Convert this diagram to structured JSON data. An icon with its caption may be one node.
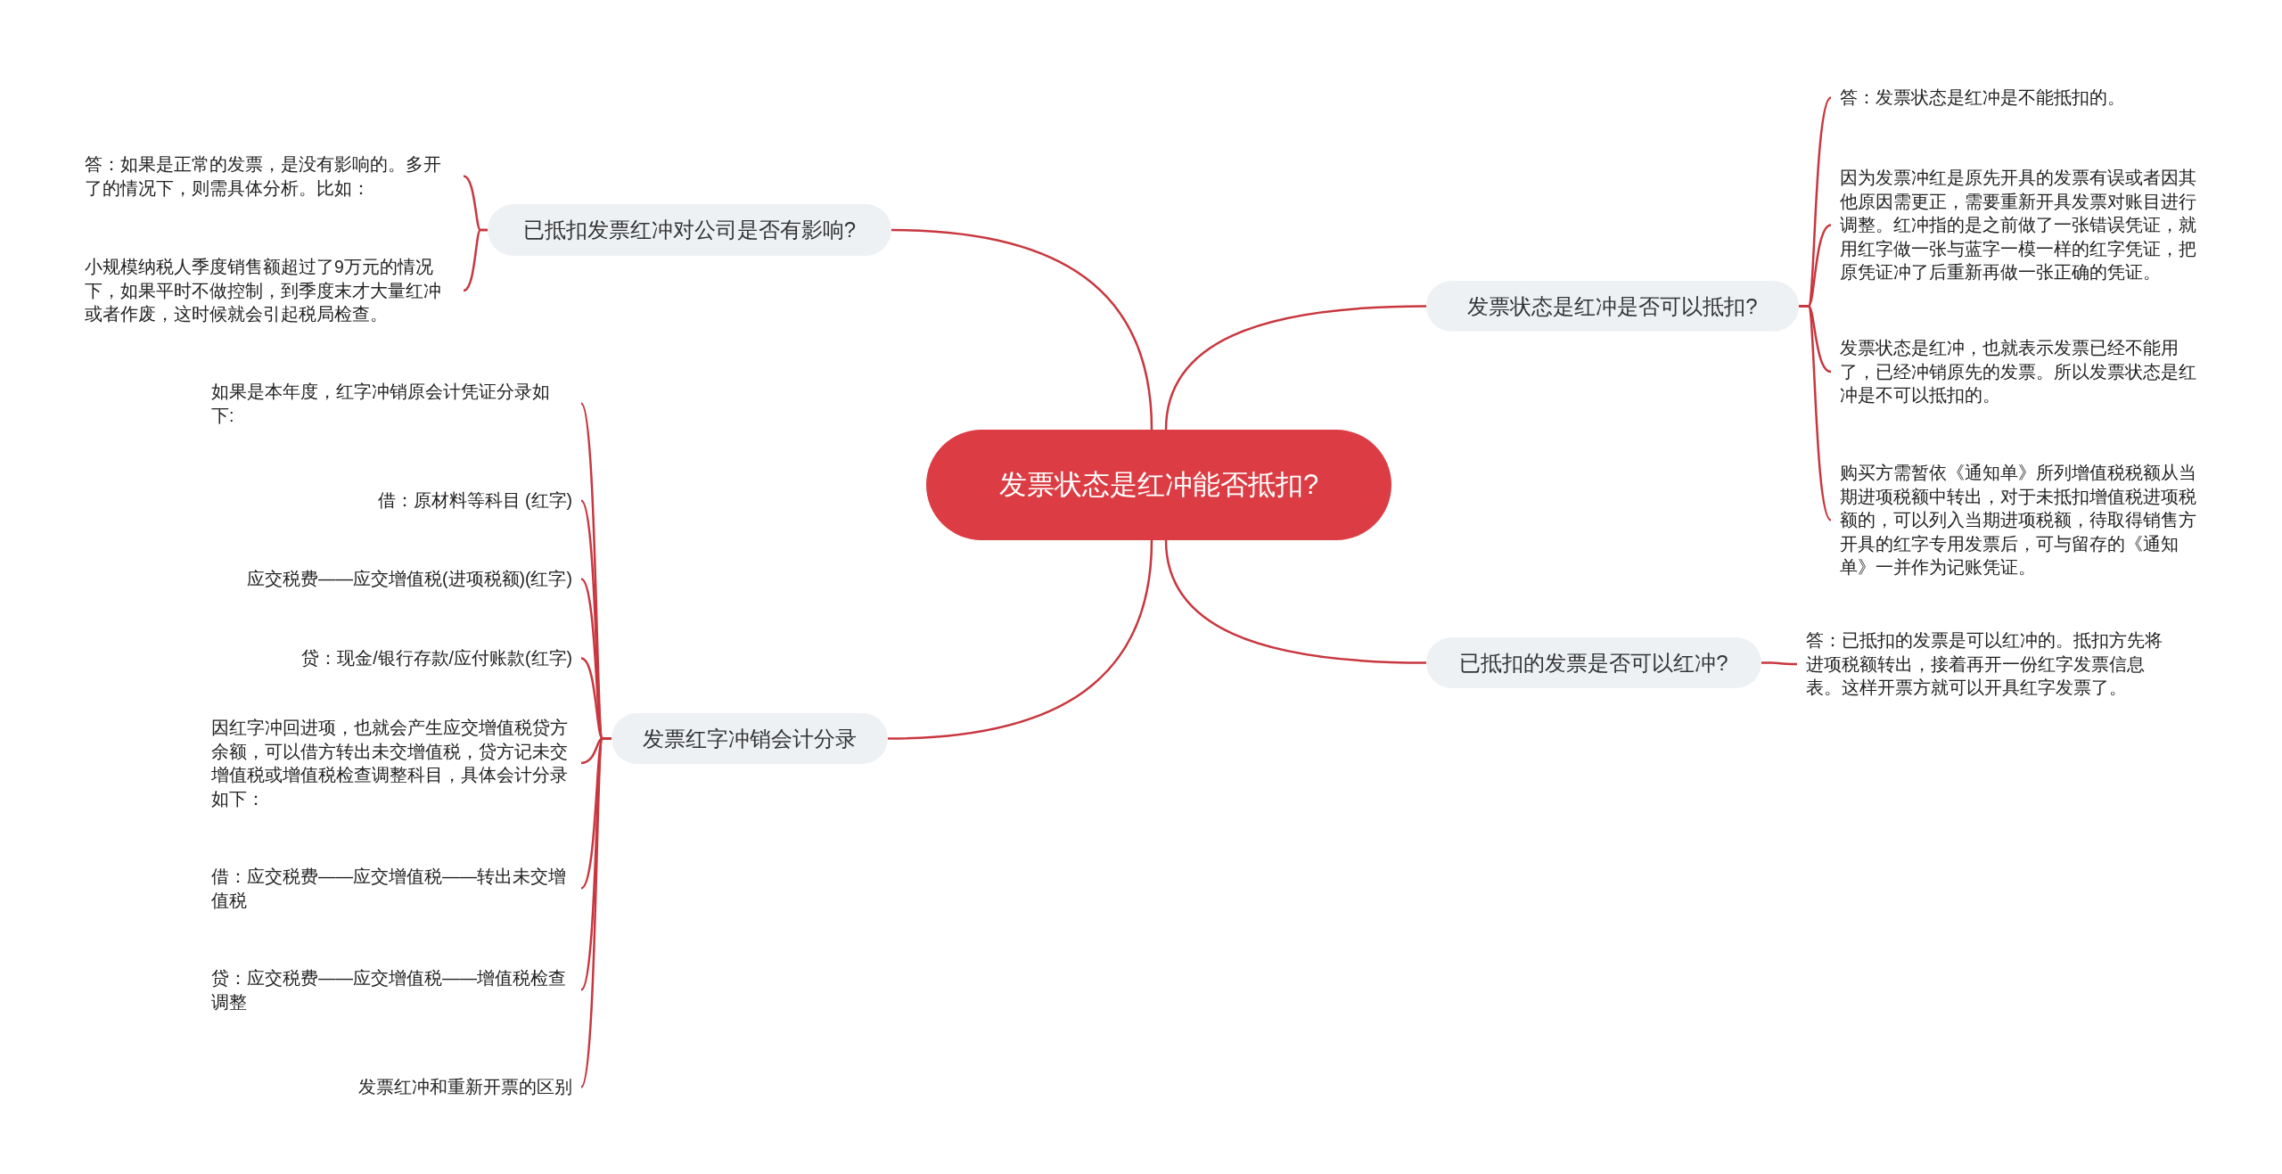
{
  "diagram": {
    "nodes": [
      {
        "text": [
          "发票状态是红冲能否抵扣?"
        ]
      },
      {
        "text": [
          "已抵扣发票红冲对公司是否有影响?"
        ]
      },
      {
        "text": [
          "答：如果是正常的发票，是没有影响的。多开了的情况下，则需具体分析。比如："
        ]
      },
      {
        "text": [
          "小规模纳税人季度销售额超过了9万元的情况下，如果平时不做控制，到季度末才大量红冲或者作废，这时候就会引起税局检查。"
        ]
      },
      {
        "text": [
          "发票红字冲销会计分录"
        ]
      },
      {
        "text": [
          "如果是本年度，红字冲销原会计凭证分录如下:"
        ]
      },
      {
        "text": [
          "借：原材料等科目 (红字)"
        ]
      },
      {
        "text": [
          "应交税费——应交增值税(进项税额)(红字)"
        ]
      },
      {
        "text": [
          "贷：现金/银行存款/应付账款(红字)"
        ]
      },
      {
        "text": [
          "因红字冲回进项，也就会产生应交增值税贷方余额，可以借方转出未交增值税，贷方记未交增值税或增值税检查调整科目，具体会计分录如下："
        ]
      },
      {
        "text": [
          "借：应交税费——应交增值税——转出未交增值税"
        ]
      },
      {
        "text": [
          "贷：应交税费——应交增值税——增值税检查调整"
        ]
      },
      {
        "text": [
          "发票红冲和重新开票的区别"
        ]
      },
      {
        "text": [
          "发票状态是红冲是否可以抵扣?"
        ]
      },
      {
        "text": [
          "答：发票状态是红冲是不能抵扣的。"
        ]
      },
      {
        "text": [
          "因为发票冲红是原先开具的发票有误或者因其他原因需更正，需要重新开具发票对账目进行调整。红冲指的是之前做了一张错误凭证，就用红字做一张与蓝字一模一样的红字凭证，把原凭证冲了后重新再做一张正确的凭证。"
        ]
      },
      {
        "text": [
          "发票状态是红冲，也就表示发票已经不能用了，已经冲销原先的发票。所以发票状态是红冲是不可以抵扣的。"
        ]
      },
      {
        "text": [
          "购买方需暂依《通知单》所列增值税税额从当期进项税额中转出，对于未抵扣增值税进项税额的，可以列入当期进项税额，待取得销售方开具的红字专用发票后，可与留存的《通知单》一并作为记账凭证。"
        ]
      },
      {
        "text": [
          "已抵扣的发票是否可以红冲?"
        ]
      },
      {
        "text": [
          "答：已抵扣的发票是可以红冲的。抵扣方先将进项税额转出，接着再开一份红字发票信息表。这样开票方就可以开具红字发票了。"
        ]
      }
    ],
    "edges": [
      {
        "from": 0,
        "to": 1,
        "arrow": "none"
      },
      {
        "from": 1,
        "to": 2,
        "arrow": "none"
      },
      {
        "from": 1,
        "to": 3,
        "arrow": "none"
      },
      {
        "from": 0,
        "to": 4,
        "arrow": "none"
      },
      {
        "from": 4,
        "to": 5,
        "arrow": "none"
      },
      {
        "from": 4,
        "to": 6,
        "arrow": "none"
      },
      {
        "from": 4,
        "to": 7,
        "arrow": "none"
      },
      {
        "from": 4,
        "to": 8,
        "arrow": "none"
      },
      {
        "from": 4,
        "to": 9,
        "arrow": "none"
      },
      {
        "from": 4,
        "to": 10,
        "arrow": "none"
      },
      {
        "from": 4,
        "to": 11,
        "arrow": "none"
      },
      {
        "from": 4,
        "to": 12,
        "arrow": "none"
      },
      {
        "from": 0,
        "to": 13,
        "arrow": "none"
      },
      {
        "from": 13,
        "to": 14,
        "arrow": "none"
      },
      {
        "from": 13,
        "to": 15,
        "arrow": "none"
      },
      {
        "from": 13,
        "to": 16,
        "arrow": "none"
      },
      {
        "from": 13,
        "to": 17,
        "arrow": "none"
      },
      {
        "from": 0,
        "to": 18,
        "arrow": "none"
      },
      {
        "from": 18,
        "to": 19,
        "arrow": "none"
      }
    ]
  }
}
